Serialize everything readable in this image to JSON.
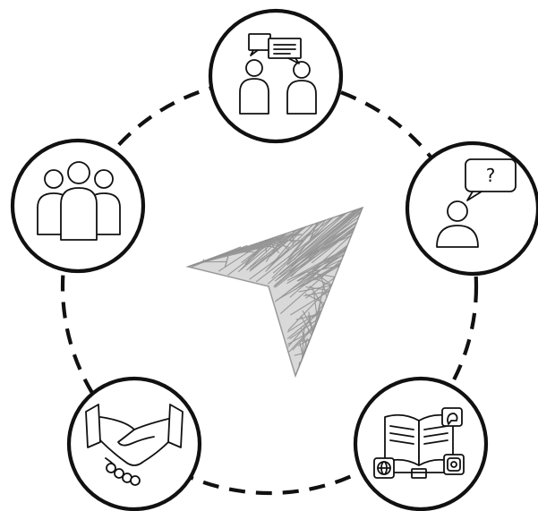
{
  "diagram": {
    "colors": {
      "line": "#111111",
      "sketch": "#8f8f8f",
      "background": "#ffffff"
    },
    "connector_style": "dashed",
    "center": {
      "icon": "paper-plane-sketch-icon"
    },
    "nodes": [
      {
        "id": "conversation",
        "icon": "two-people-chat-icon",
        "label_text": ""
      },
      {
        "id": "question",
        "icon": "person-question-icon",
        "label_text": "?"
      },
      {
        "id": "resources",
        "icon": "book-media-icon",
        "label_text": ""
      },
      {
        "id": "agreement",
        "icon": "handshake-icon",
        "label_text": ""
      },
      {
        "id": "team",
        "icon": "group-of-people-icon",
        "label_text": ""
      }
    ]
  }
}
